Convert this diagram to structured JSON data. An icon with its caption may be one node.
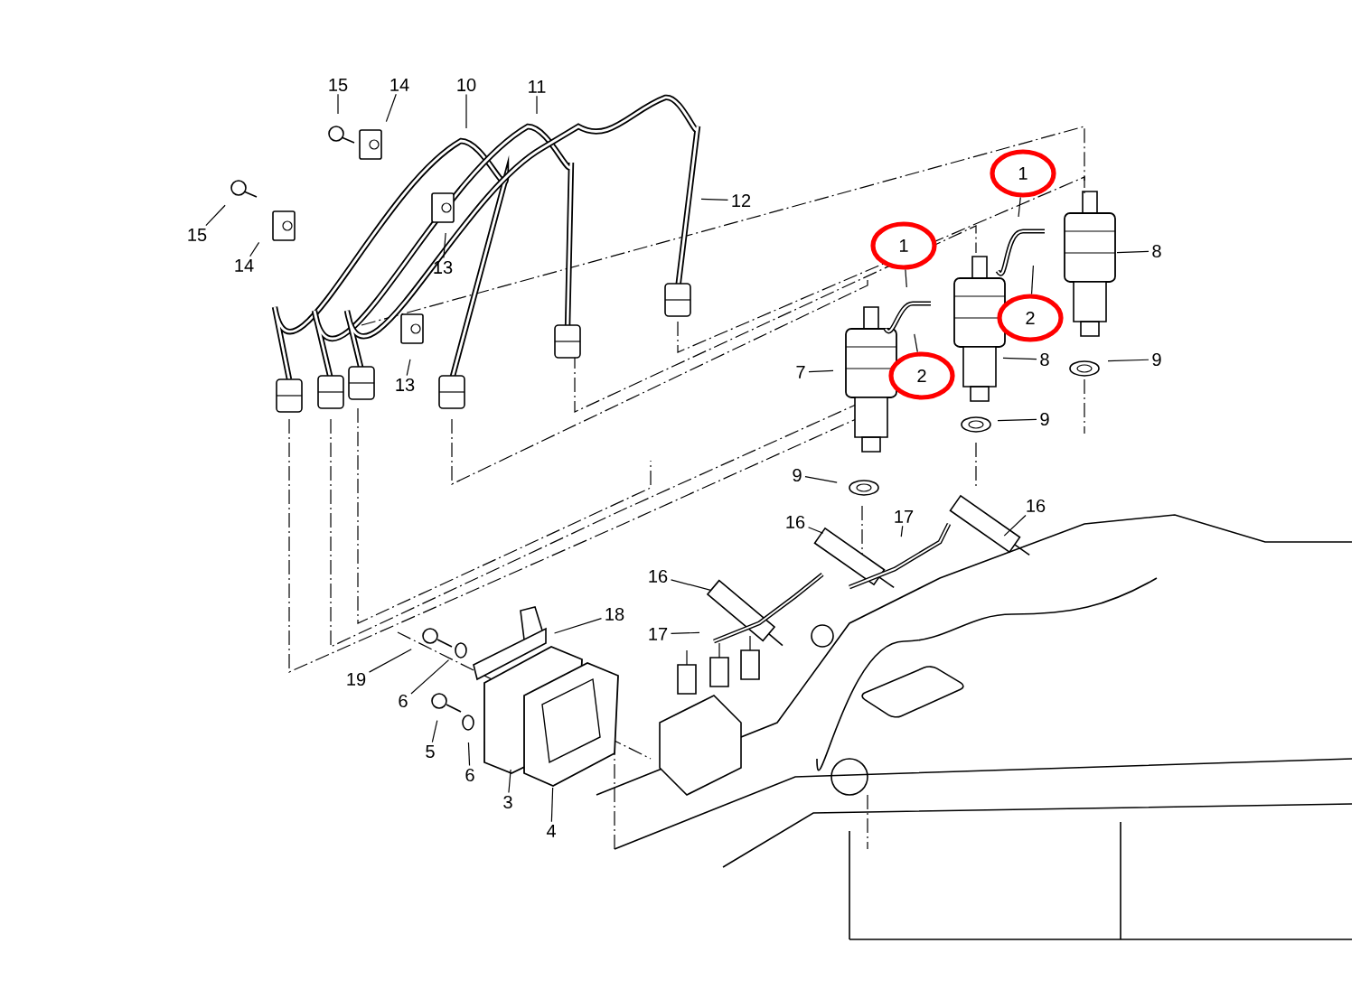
{
  "diagram": {
    "nodes": [
      {
        "text": [
          "15"
        ]
      },
      {
        "text": [
          "14"
        ]
      },
      {
        "text": [
          "10"
        ]
      },
      {
        "text": [
          "11"
        ]
      },
      {
        "text": [
          "1"
        ]
      },
      {
        "text": [
          "12"
        ]
      },
      {
        "text": [
          "15"
        ]
      },
      {
        "text": [
          "8"
        ]
      },
      {
        "text": [
          "13"
        ]
      },
      {
        "text": [
          "1"
        ]
      },
      {
        "text": [
          "14"
        ]
      },
      {
        "text": [
          "2"
        ]
      },
      {
        "text": [
          "8"
        ]
      },
      {
        "text": [
          "9"
        ]
      },
      {
        "text": [
          "7"
        ]
      },
      {
        "text": [
          "2"
        ]
      },
      {
        "text": [
          "13"
        ]
      },
      {
        "text": [
          "9"
        ]
      },
      {
        "text": [
          "9"
        ]
      },
      {
        "text": [
          "16"
        ]
      },
      {
        "text": [
          "17"
        ]
      },
      {
        "text": [
          "16"
        ]
      },
      {
        "text": [
          "16"
        ]
      },
      {
        "text": [
          "18"
        ]
      },
      {
        "text": [
          "17"
        ]
      },
      {
        "text": [
          "19"
        ]
      },
      {
        "text": [
          "6"
        ]
      },
      {
        "text": [
          "5"
        ]
      },
      {
        "text": [
          "6"
        ]
      },
      {
        "text": [
          "3"
        ]
      },
      {
        "text": [
          "4"
        ]
      }
    ],
    "edges": [
      {
        "from": 0,
        "to": null,
        "arrow": "none"
      },
      {
        "from": 1,
        "to": null,
        "arrow": "none"
      },
      {
        "from": 2,
        "to": null,
        "arrow": "none"
      },
      {
        "from": 3,
        "to": null,
        "arrow": "none"
      },
      {
        "from": 4,
        "to": null,
        "arrow": "none"
      },
      {
        "from": 5,
        "to": null,
        "arrow": "none"
      },
      {
        "from": 6,
        "to": null,
        "arrow": "none"
      },
      {
        "from": 7,
        "to": null,
        "arrow": "none"
      },
      {
        "from": 8,
        "to": null,
        "arrow": "none"
      },
      {
        "from": 9,
        "to": null,
        "arrow": "none"
      },
      {
        "from": 10,
        "to": null,
        "arrow": "none"
      },
      {
        "from": 11,
        "to": null,
        "arrow": "none"
      },
      {
        "from": 12,
        "to": null,
        "arrow": "none"
      },
      {
        "from": 13,
        "to": null,
        "arrow": "none"
      },
      {
        "from": 14,
        "to": null,
        "arrow": "none"
      },
      {
        "from": 15,
        "to": null,
        "arrow": "none"
      },
      {
        "from": 16,
        "to": null,
        "arrow": "none"
      },
      {
        "from": 17,
        "to": null,
        "arrow": "none"
      },
      {
        "from": 18,
        "to": null,
        "arrow": "none"
      },
      {
        "from": 19,
        "to": null,
        "arrow": "none"
      },
      {
        "from": 20,
        "to": null,
        "arrow": "none"
      },
      {
        "from": 21,
        "to": null,
        "arrow": "none"
      },
      {
        "from": 22,
        "to": null,
        "arrow": "none"
      },
      {
        "from": 23,
        "to": null,
        "arrow": "none"
      },
      {
        "from": 24,
        "to": null,
        "arrow": "none"
      },
      {
        "from": 25,
        "to": null,
        "arrow": "none"
      },
      {
        "from": 26,
        "to": null,
        "arrow": "none"
      },
      {
        "from": 27,
        "to": null,
        "arrow": "none"
      },
      {
        "from": 28,
        "to": null,
        "arrow": "none"
      },
      {
        "from": 29,
        "to": null,
        "arrow": "none"
      },
      {
        "from": 30,
        "to": null,
        "arrow": "none"
      }
    ]
  }
}
